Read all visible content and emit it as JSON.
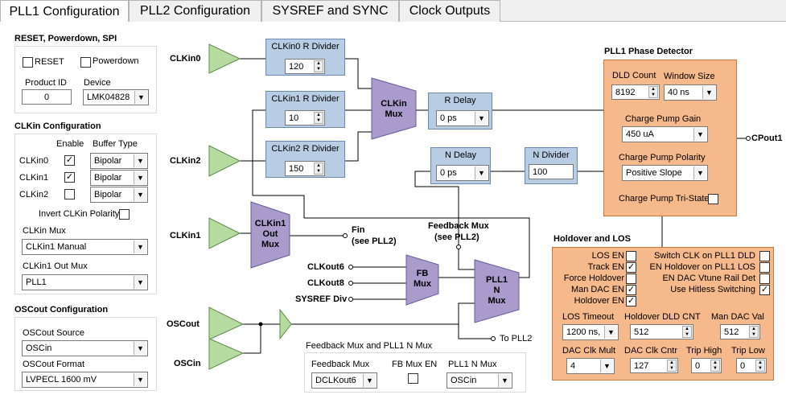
{
  "tabs": [
    "PLL1 Configuration",
    "PLL2 Configuration",
    "SYSREF and SYNC",
    "Clock Outputs"
  ],
  "reset_group": {
    "title": "RESET, Powerdown, SPI",
    "reset_label": "RESET",
    "reset_checked": false,
    "powerdown_label": "Powerdown",
    "powerdown_checked": false,
    "product_id_label": "Product ID",
    "product_id_value": "0",
    "device_label": "Device",
    "device_value": "LMK04828"
  },
  "clkin_group": {
    "title": "CLKin Configuration",
    "enable_header": "Enable",
    "buffer_header": "Buffer Type",
    "rows": [
      {
        "label": "CLKin0",
        "enabled": true,
        "buffer": "Bipolar"
      },
      {
        "label": "CLKin1",
        "enabled": true,
        "buffer": "Bipolar"
      },
      {
        "label": "CLKin2",
        "enabled": false,
        "buffer": "Bipolar"
      }
    ],
    "invert_label": "Invert CLKin Polarity",
    "invert_checked": false,
    "clkin_mux_label": "CLKin Mux",
    "clkin_mux_value": "CLKin1 Manual",
    "clkin1_out_mux_label": "CLKin1 Out Mux",
    "clkin1_out_mux_value": "PLL1"
  },
  "oscout_group": {
    "title": "OSCout Configuration",
    "source_label": "OSCout Source",
    "source_value": "OSCin",
    "format_label": "OSCout Format",
    "format_value": "LVPECL 1600 mV"
  },
  "diagram": {
    "clkin0": "CLKin0",
    "clkin2": "CLKin2",
    "clkin1": "CLKin1",
    "oscout": "OSCout",
    "oscin": "OSCin",
    "r0_title": "CLKin0 R Divider",
    "r0_value": "120",
    "r1_title": "CLKin1 R Divider",
    "r1_value": "10",
    "r2_title": "CLKin2 R Divider",
    "r2_value": "150",
    "clkin_mux": "CLKin\nMux",
    "r_delay_title": "R Delay",
    "r_delay_value": "0 ps",
    "n_delay_title": "N Delay",
    "n_delay_value": "0 ps",
    "n_div_title": "N Divider",
    "n_div_value": "100",
    "clkin1_out_mux": "CLKin1\nOut\nMux",
    "fin": "Fin",
    "fin_sub": "(see PLL2)",
    "feedback_mux": "Feedback Mux",
    "feedback_mux_sub": "(see PLL2)",
    "fb_mux": "FB\nMux",
    "pll1_n_mux": "PLL1\nN\nMux",
    "clkout6": "CLKout6",
    "clkout8": "CLKout8",
    "sysref_div": "SYSREF Div",
    "to_pll2": "To PLL2",
    "cpout1": "CPout1"
  },
  "phase_detector": {
    "title": "PLL1 Phase Detector",
    "dld_count_label": "DLD Count",
    "dld_count_value": "8192",
    "window_size_label": "Window Size",
    "window_size_value": "40 ns",
    "cp_gain_label": "Charge Pump Gain",
    "cp_gain_value": "450 uA",
    "cp_polarity_label": "Charge Pump Polarity",
    "cp_polarity_value": "Positive Slope",
    "cp_tristate_label": "Charge Pump Tri-State",
    "cp_tristate_checked": false
  },
  "holdover": {
    "title": "Holdover and LOS",
    "left_checks": [
      {
        "label": "LOS EN",
        "checked": false
      },
      {
        "label": "Track EN",
        "checked": true
      },
      {
        "label": "Force Holdover",
        "checked": false
      },
      {
        "label": "Man DAC EN",
        "checked": true
      },
      {
        "label": "Holdover EN",
        "checked": true
      }
    ],
    "right_checks": [
      {
        "label": "Switch CLK on PLL1 DLD",
        "checked": false
      },
      {
        "label": "EN Holdover on PLL1 LOS",
        "checked": false
      },
      {
        "label": "EN DAC Vtune Rail Det",
        "checked": false
      },
      {
        "label": "Use Hitless Switching",
        "checked": true
      }
    ],
    "los_timeout_label": "LOS Timeout",
    "los_timeout_value": "1200 ns,",
    "holdover_dld_label": "Holdover DLD CNT",
    "holdover_dld_value": "512",
    "man_dac_label": "Man DAC Val",
    "man_dac_value": "512",
    "dac_clk_mult_label": "DAC Clk Mult",
    "dac_clk_mult_value": "4",
    "dac_clk_cntr_label": "DAC Clk Cntr",
    "dac_clk_cntr_value": "127",
    "trip_high_label": "Trip High",
    "trip_high_value": "0",
    "trip_low_label": "Trip Low",
    "trip_low_value": "0"
  },
  "fbmux_group": {
    "title": "Feedback Mux and PLL1 N Mux",
    "fb_mux_label": "Feedback Mux",
    "fb_mux_value": "DCLKout6",
    "fb_mux_en_label": "FB Mux EN",
    "fb_mux_en_checked": false,
    "pll1_n_mux_label": "PLL1 N Mux",
    "pll1_n_mux_value": "OSCin"
  },
  "colors": {
    "block_blue": "#b8cde4",
    "mux_purple": "#a99bcc",
    "buffer_green": "#b5dba0",
    "panel_orange": "#f6b98c"
  }
}
